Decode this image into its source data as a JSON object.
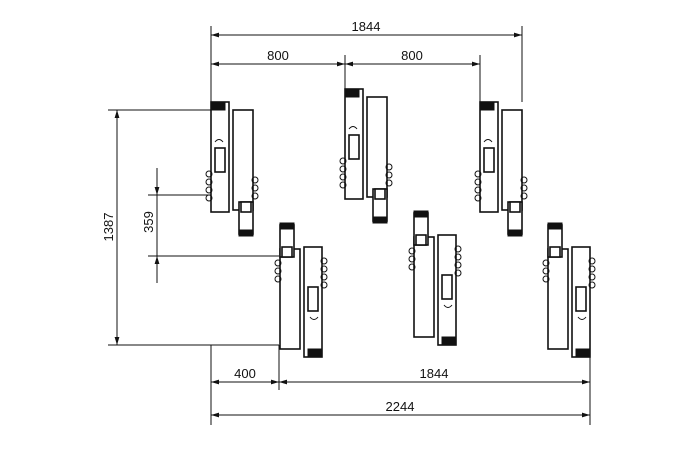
{
  "dimensions": {
    "top_total": "1844",
    "top_spacing_left": "800",
    "top_spacing_right": "800",
    "left_height": "1387",
    "left_offset": "359",
    "bottom_offset": "400",
    "bottom_span": "1844",
    "bottom_total": "2244"
  },
  "colors": {
    "line": "#111111",
    "background": "#ffffff"
  }
}
